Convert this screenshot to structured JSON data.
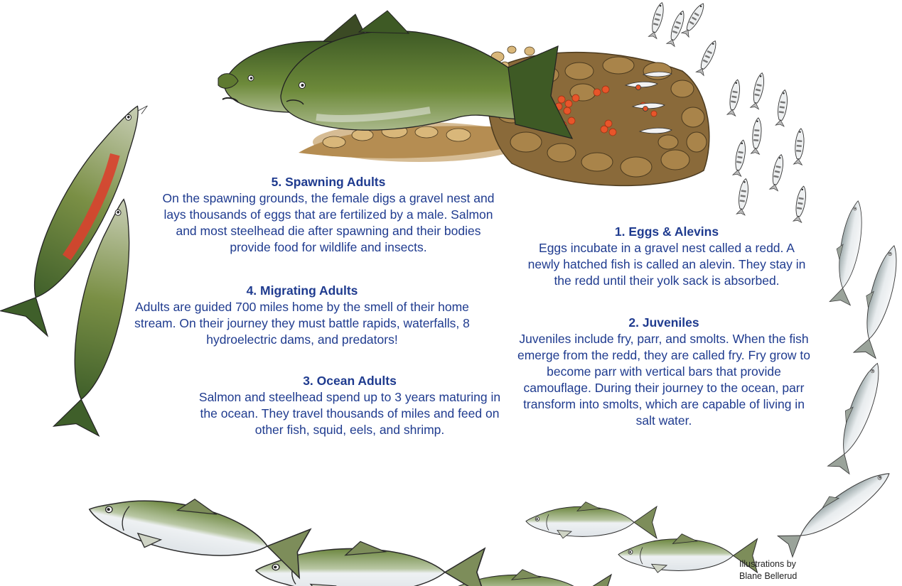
{
  "stages": [
    {
      "id": "eggs-alevins",
      "title": "1. Eggs & Alevins",
      "text": "Eggs incubate in a gravel nest called a redd. A newly hatched fish is called an alevin. They stay in the redd until their yolk sack is absorbed."
    },
    {
      "id": "juveniles",
      "title": "2. Juveniles",
      "text": "Juveniles include fry, parr, and smolts. When the fish emerge from the redd, they are called fry. Fry grow to become parr with vertical bars that provide camouflage. During their journey to the ocean, parr transform into smolts, which are capable of living in salt water."
    },
    {
      "id": "ocean-adults",
      "title": "3. Ocean Adults",
      "text": "Salmon and steelhead spend up to 3 years maturing in the ocean. They travel thousands of miles and feed on other fish, squid, eels, and shrimp."
    },
    {
      "id": "migrating-adults",
      "title": "4. Migrating Adults",
      "text": "Adults are guided 700 miles home by the smell of their home stream. On their journey they must battle rapids, waterfalls, 8 hydroelectric dams, and predators!"
    },
    {
      "id": "spawning-adults",
      "title": "5. Spawning Adults",
      "text": "On the spawning grounds, the female digs a gravel nest and lays thousands of eggs that are fertilized by a male. Salmon and most steelhead die after spawning and their bodies provide food for wildlife and insects."
    }
  ],
  "credit": {
    "line1": "Illustrations by",
    "line2": "Blane Bellerud"
  },
  "colors": {
    "text": "#1f3b8f",
    "ocean_back": "#6f8a3c",
    "ocean_belly": "#eef1f3",
    "spawner_green": "#4f6b2a",
    "spawner_red": "#d9412e",
    "gravel": "#8a6a3a",
    "egg": "#e8552a"
  },
  "icons": [
    "spawning-salmon-pair-icon",
    "redd-gravel-icon",
    "eggs-icon",
    "alevin-icon",
    "fry-icon",
    "smolt-icon",
    "ocean-salmon-icon",
    "migrating-salmon-icon"
  ]
}
